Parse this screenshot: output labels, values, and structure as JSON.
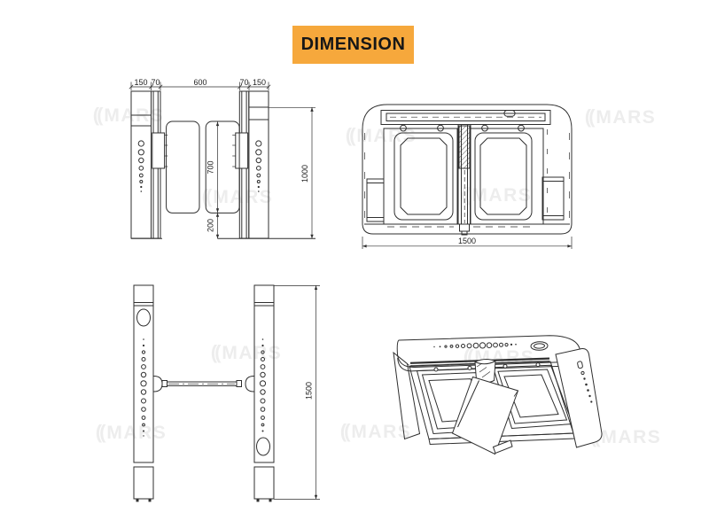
{
  "title": {
    "label": "DIMENSION"
  },
  "watermark": {
    "text": "MARS"
  },
  "colors": {
    "accent_orange": "#F6A83C",
    "line": "#2F2F2F",
    "watermark_gray": "#EDEDED",
    "title_text": "#171717"
  },
  "views": {
    "front": {
      "dims": {
        "left_cabinet_width": "150",
        "left_glass_width": "70",
        "passage_width": "600",
        "right_glass_width": "70",
        "right_cabinet_width": "150",
        "door_height": "700",
        "door_floor_gap": "200",
        "overall_height": "1000"
      }
    },
    "plan": {
      "dims": {
        "overall_length": "1500"
      }
    },
    "side": {
      "dims": {
        "overall_length": "1500"
      }
    }
  }
}
